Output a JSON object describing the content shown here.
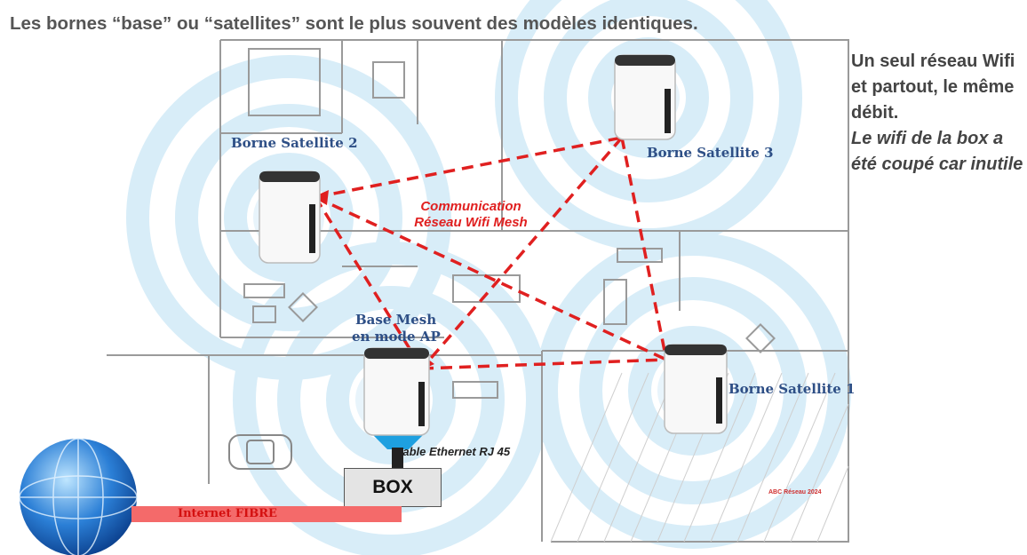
{
  "headline": "Les bornes “base” ou “satellites” sont le plus souvent des modèles identiques.",
  "side_note": {
    "line1": "Un seul réseau Wifi et partout, le même débit.",
    "line2": "Le wifi de la box a été coupé car inutile"
  },
  "labels": {
    "satellite2": "Borne Satellite 2",
    "satellite3": "Borne Satellite 3",
    "satellite1": "Borne Satellite 1",
    "base_line1": "Base Mesh",
    "base_line2": "en mode  AP",
    "mesh_line1": "Communication",
    "mesh_line2": "Réseau Wifi Mesh",
    "ethernet": "Cable Ethernet RJ 45",
    "box": "BOX",
    "fibre": "Internet FIBRE",
    "copyright": "ABC Réseau 2024"
  },
  "colors": {
    "mesh_link": "#e02020",
    "wifi_wave": "#d8edf8",
    "label_blue": "#2e4f86",
    "ethernet_cable": "#1ea0e0",
    "fibre_bar": "#f46a6a"
  },
  "icons": [
    "globe-icon",
    "mesh-router-icon",
    "car-icon"
  ]
}
